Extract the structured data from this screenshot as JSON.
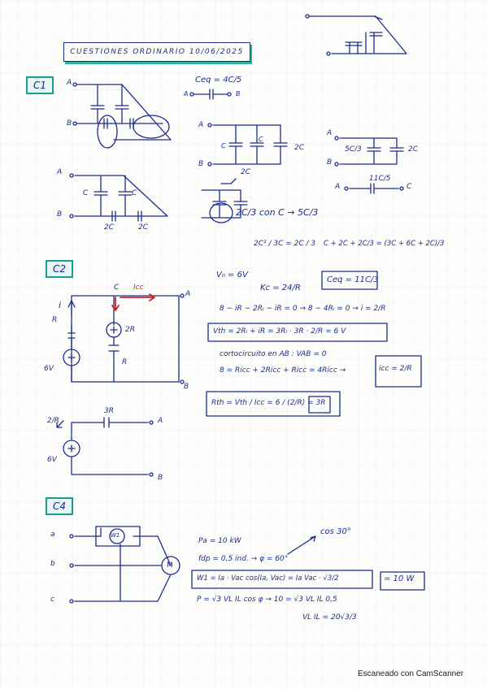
{
  "header": {
    "title": "CUESTIONES ORDINARIO 10/06/2025"
  },
  "questions": [
    {
      "id": "c1",
      "label": "C1"
    },
    {
      "id": "c2",
      "label": "C2"
    },
    {
      "id": "c4",
      "label": "C4"
    }
  ],
  "c1": {
    "ceq_top": "Ceq = 4C/5",
    "node_a": "A",
    "node_b": "B",
    "node_c": "C",
    "lbl_c": "C",
    "lbl_2c": "2C",
    "lbl_5c3": "5C/3",
    "lbl_11c5": "11C/5",
    "series_note": "2C/3  con C → 5C/3",
    "lbl_2c_bottom": "2C"
  },
  "c2": {
    "node_c": "C",
    "icc_label": "Icc",
    "vo": "V₀ = 6V",
    "lbl_r": "R",
    "lbl_2r": "2R",
    "lbl_3r": "3R",
    "lbl_i": "i",
    "lbl_6v": "6V",
    "lbl_a": "A",
    "lbl_b": "B",
    "eq_frac": "2C² / 3C = 2C / 3",
    "eq_sum": "C + 2C + 2C/3 = (3C + 6C + 2C)/3",
    "ceq": "Ceq = 11C/3",
    "kc": "Kc = 24/R",
    "mesh_eq": "8 − iR − 2Rᵢ − iR = 0 → 8 − 4Rᵢ = 0 → i = 2/R",
    "vth": "Vth = 2Rᵢ + iR = 3Rᵢ · 3R · 2/R = 6 V",
    "short_title": "cortocircuito en AB : VAB = 0",
    "short_eq": "8 = Ricc + 2Ricc + Ricc = 4Ricc →",
    "icc_result": "icc = 2/R",
    "rth": "Rth = Vth / Icc = 6 / (2/R) = 3R",
    "thev_r": "3R",
    "thev_a": "A",
    "thev_b": "B",
    "thev_v": "6V",
    "thev_i": "2/R"
  },
  "c4": {
    "line_a": "a",
    "line_b": "b",
    "line_c": "c",
    "w1": "W1",
    "motor": "M",
    "pa": "Pa = 10 kW",
    "fdp": "fdp = 0,5 ind. → φ = 60°",
    "cos30": "cos 30°",
    "w1_eq": "W1 = Ia · Vac cos(Ia, Vac) = Ia Vac · √3/2",
    "w1_result": "= 10 W",
    "p_eq": "P = √3 VL IL cos φ → 10 = √3 VL IL 0,5",
    "vl_il": "VL IL = 20√3/3"
  },
  "footer": {
    "scanner": "Escaneado con CamScanner"
  },
  "colors": {
    "ink": "#1b2c8c",
    "teal": "#1b9e90",
    "red": "#d21f1f"
  }
}
